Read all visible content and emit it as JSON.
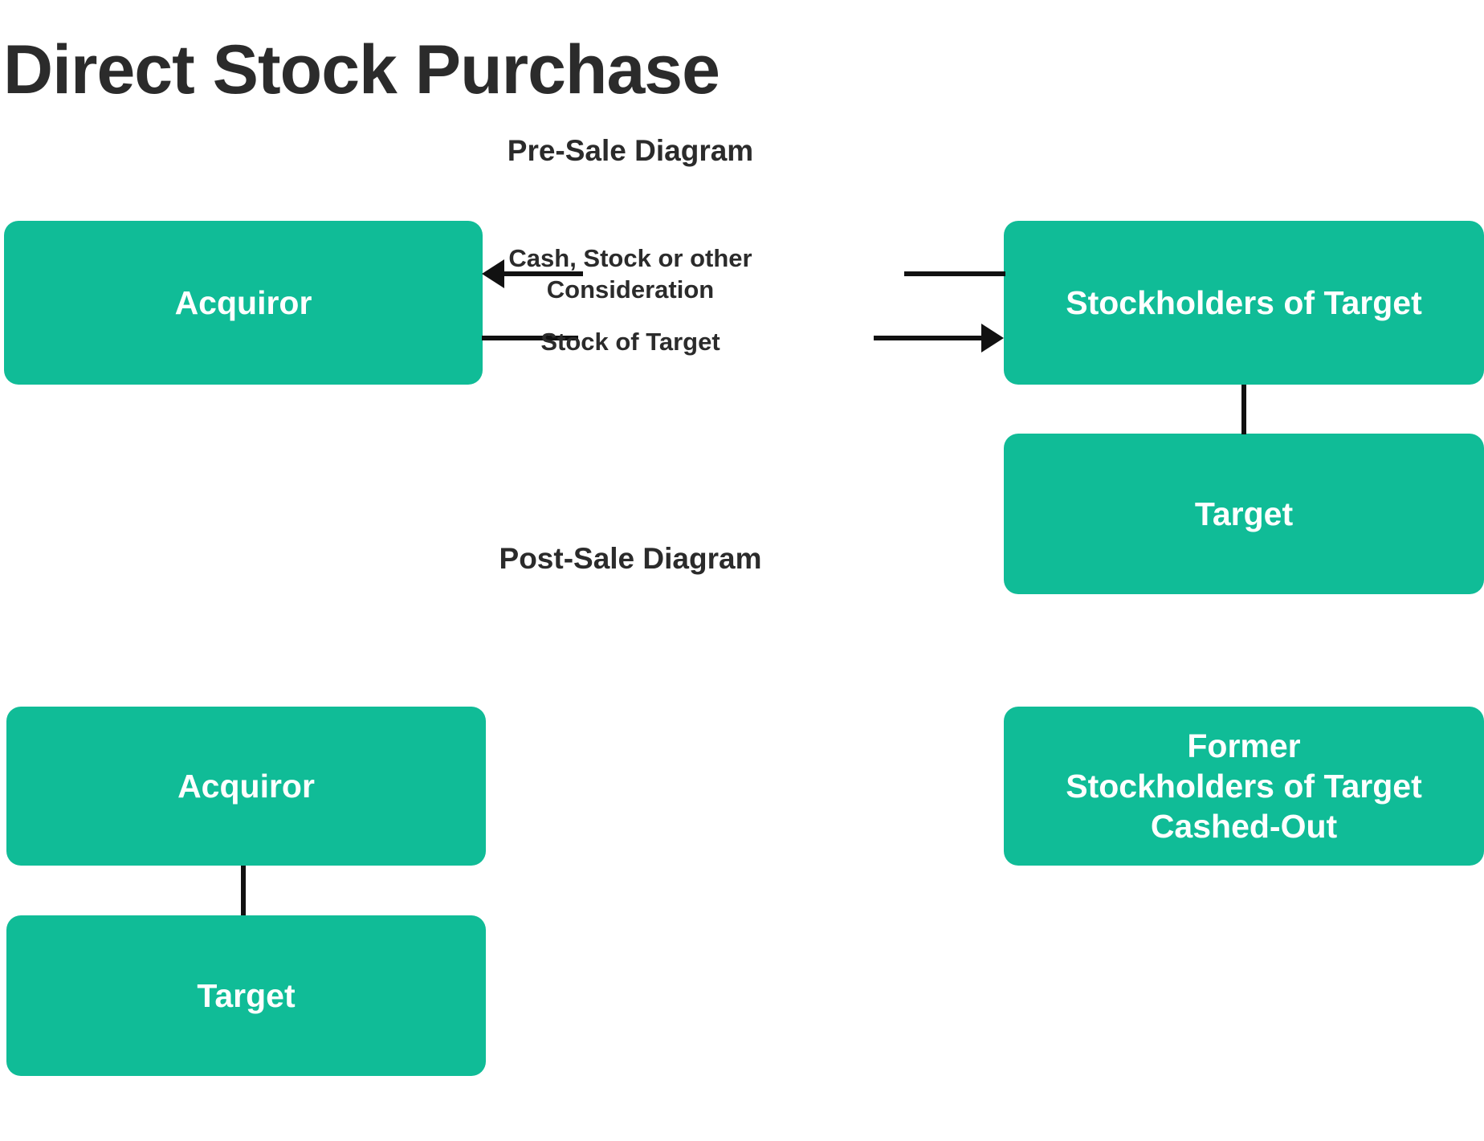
{
  "page": {
    "title": "Direct Stock Purchase",
    "accent_color": "#10bc97",
    "text_color": "#2b2b2b",
    "box_text_color": "#ffffff",
    "connector_color": "#111111",
    "background": "#ffffff"
  },
  "presale": {
    "heading": "Pre-Sale Diagram",
    "boxes": {
      "acquiror": "Acquiror",
      "stockholders": "Stockholders of Target",
      "target": "Target"
    },
    "edges": {
      "consideration": "Cash, Stock or other\nConsideration",
      "stock_of_target": "Stock of Target"
    }
  },
  "postsale": {
    "heading": "Post-Sale Diagram",
    "boxes": {
      "acquiror": "Acquiror",
      "target": "Target",
      "former_stockholders": "Former\nStockholders of Target\nCashed-Out"
    }
  }
}
